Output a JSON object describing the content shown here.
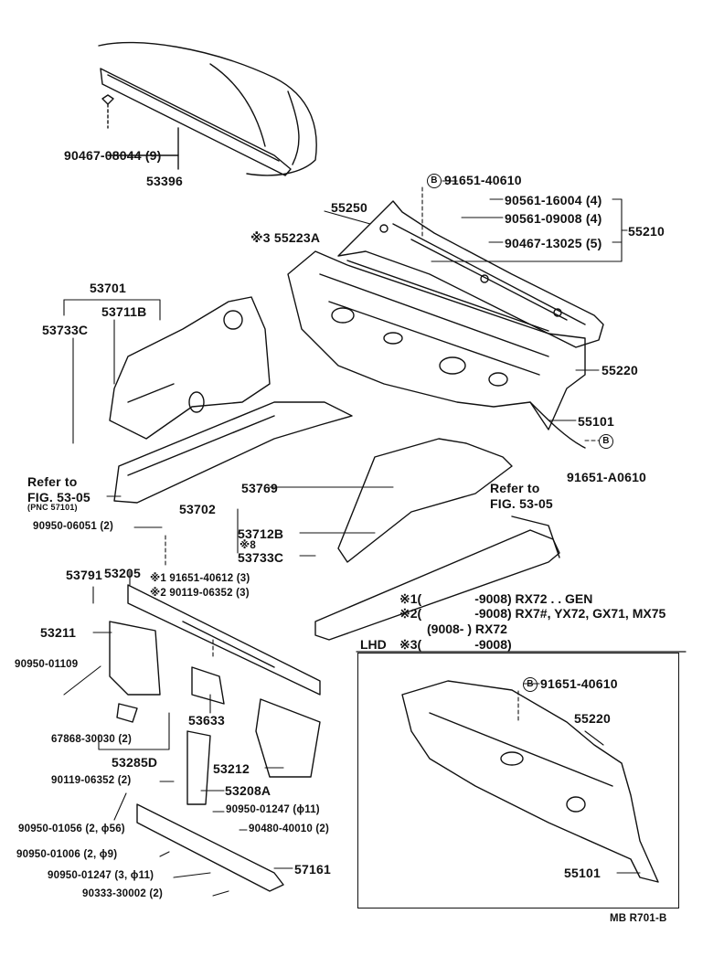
{
  "labels": {
    "p_90467_08044": "90467-08044 (9)",
    "p_53396": "53396",
    "p_91651_40610_top": "91651-40610",
    "p_90561_16004": "90561-16004 (4)",
    "p_90561_09008": "90561-09008 (4)",
    "p_90467_13025": "90467-13025 (5)",
    "p_55210": "55210",
    "p_55250": "55250",
    "p_55223A": "※3 55223A",
    "p_55220_top": "55220",
    "p_55101_top": "55101",
    "p_91651_A0610": "91651-A0610",
    "p_53701": "53701",
    "p_53711B": "53711B",
    "p_53733C_left": "53733C",
    "refer_left_1": "Refer to",
    "refer_left_2": "FIG. 53-05",
    "refer_left_3": "(PNC 57101)",
    "p_90950_06051": "90950-06051 (2)",
    "p_53769": "53769",
    "p_53702": "53702",
    "p_53712B": "53712B",
    "p_53733C_mid_mark": "※8",
    "p_53733C_mid": "53733C",
    "refer_right_1": "Refer to",
    "refer_right_2": "FIG. 53-05",
    "p_53205": "53205",
    "p_53791": "53791",
    "p_91651_40612": "※1  91651-40612 (3)",
    "p_90119_06352_top": "※2  90119-06352 (3)",
    "p_53211": "53211",
    "p_90950_01109": "90950-01109",
    "p_53633": "53633",
    "p_67868_30030": "67868-30030 (2)",
    "p_53285D": "53285D",
    "p_53212": "53212",
    "p_90119_06352_bot": "90119-06352 (2)",
    "p_53208A": "53208A",
    "p_90950_01247_a": "90950-01247 (ϕ11)",
    "p_90950_01056": "90950-01056 (2, ϕ56)",
    "p_90480_40010": "90480-40010 (2)",
    "p_90950_01006": "90950-01006 (2, ϕ9)",
    "p_90950_01247_b": "90950-01247 (3, ϕ11)",
    "p_57161": "57161",
    "p_90333_30002": "90333-30002 (2)",
    "p_91651_40610_lhd": "91651-40610",
    "p_55220_lhd": "55220",
    "p_55101_lhd": "55101",
    "circle_b": "B",
    "figure_code": "MB R701-B"
  },
  "notes": {
    "n1_mark": "※1(",
    "n1_text": "-9008) RX72 . . GEN",
    "n2_mark": "※2(",
    "n2_text": "-9008) RX7#, YX72, GX71, MX75",
    "n3_text": "(9008-         ) RX72",
    "lhd": "LHD",
    "n4_mark": "※3(",
    "n4_text": "-9008)"
  }
}
